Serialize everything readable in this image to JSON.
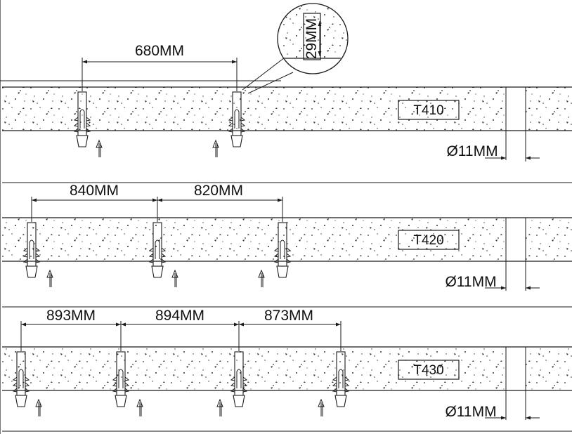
{
  "detail": {
    "depth_label": "29MM"
  },
  "sections": [
    {
      "label": "T410",
      "spacings": [
        "680MM"
      ],
      "diameter": "Ø11MM"
    },
    {
      "label": "T420",
      "spacings": [
        "840MM",
        "820MM"
      ],
      "diameter": "Ø11MM"
    },
    {
      "label": "T430",
      "spacings": [
        "893MM",
        "894MM",
        "873MM"
      ],
      "diameter": "Ø11MM"
    }
  ],
  "colors": {
    "line": "#1a1a1a",
    "background": "#ffffff"
  },
  "icons": [
    "wall-plug-anchor-icon",
    "insertion-arrow-icon",
    "concrete-hatch-icon"
  ]
}
